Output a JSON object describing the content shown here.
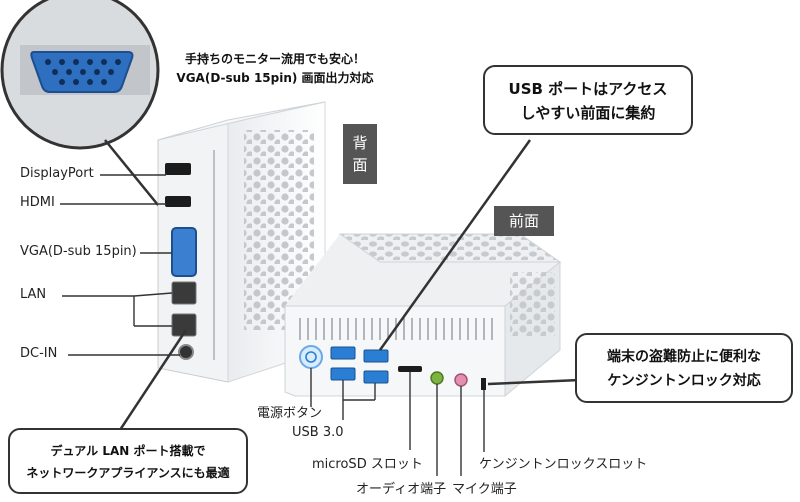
{
  "top_caption": {
    "line1": "手持ちのモニター流用でも安心！",
    "line2": "VGA(D-sub 15pin) 画面出力対応"
  },
  "back_tag": "背\n面",
  "front_tag": "前面",
  "callouts": {
    "usb": {
      "line1": "USB ポートはアクセス",
      "line2": "しやすい前面に集約"
    },
    "kensington": {
      "line1": "端末の盗難防止に便利な",
      "line2": "ケンジントンロック対応"
    },
    "lan": {
      "line1": "デュアル LAN ポート搭載で",
      "line2": "ネットワークアプライアンスにも最適"
    }
  },
  "back_labels": {
    "displayport": "DisplayPort",
    "hdmi": "HDMI",
    "vga": "VGA(D-sub 15pin)",
    "lan": "LAN",
    "dcin": "DC-IN"
  },
  "front_labels": {
    "power": "電源ボタン",
    "usb": "USB 3.0",
    "microsd": "microSD スロット",
    "audio": "オーディオ端子",
    "mic": "マイク端子",
    "lock": "ケンジントンロックスロット"
  },
  "colors": {
    "callout_border": "#333333",
    "tag_bg": "#555555",
    "usb_blue": "#2a7fd4",
    "vga_blue": "#3a7fd0",
    "audio_green": "#7cb342",
    "mic_pink": "#e58fb0"
  }
}
